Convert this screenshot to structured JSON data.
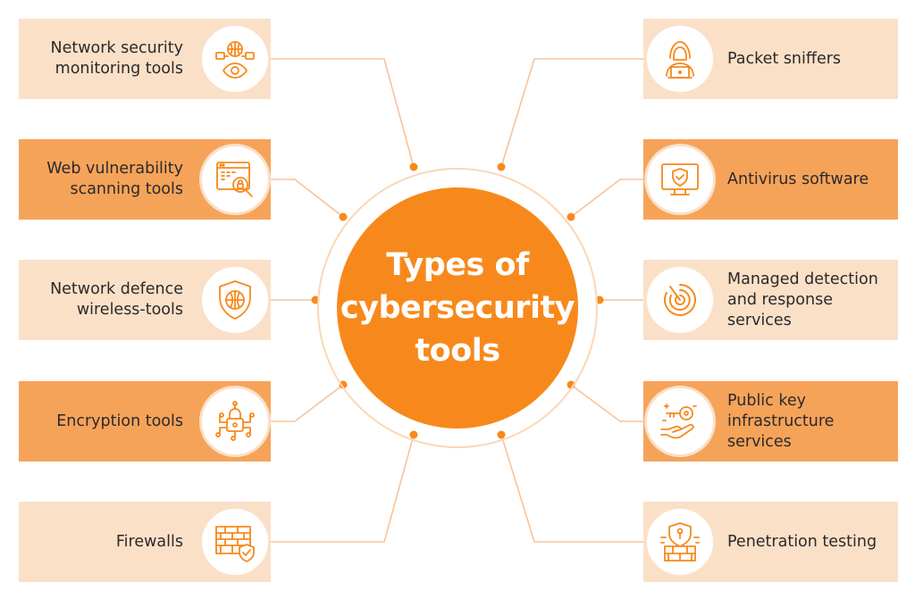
{
  "title": "Types of\ncybersecurity\ntools",
  "colors": {
    "accent": "#f7891c",
    "band_light": "#fbe0c8",
    "band_dark": "#f6a35a",
    "text": "#2a2a2a"
  },
  "left_items": [
    {
      "label": "Network security\nmonitoring tools",
      "icon": "network-monitoring-icon"
    },
    {
      "label": "Web vulnerability\nscanning tools",
      "icon": "web-scan-icon"
    },
    {
      "label": "Network defence\nwireless-tools",
      "icon": "shield-globe-icon"
    },
    {
      "label": "Encryption tools",
      "icon": "lock-circuit-icon"
    },
    {
      "label": "Firewalls",
      "icon": "firewall-icon"
    }
  ],
  "right_items": [
    {
      "label": "Packet sniffers",
      "icon": "hacker-icon"
    },
    {
      "label": "Antivirus software",
      "icon": "monitor-shield-icon"
    },
    {
      "label": "Managed detection\nand response\nservices",
      "icon": "radar-icon"
    },
    {
      "label": "Public key\ninfrastructure\nservices",
      "icon": "key-hand-icon"
    },
    {
      "label": "Penetration testing",
      "icon": "pentest-icon"
    }
  ]
}
